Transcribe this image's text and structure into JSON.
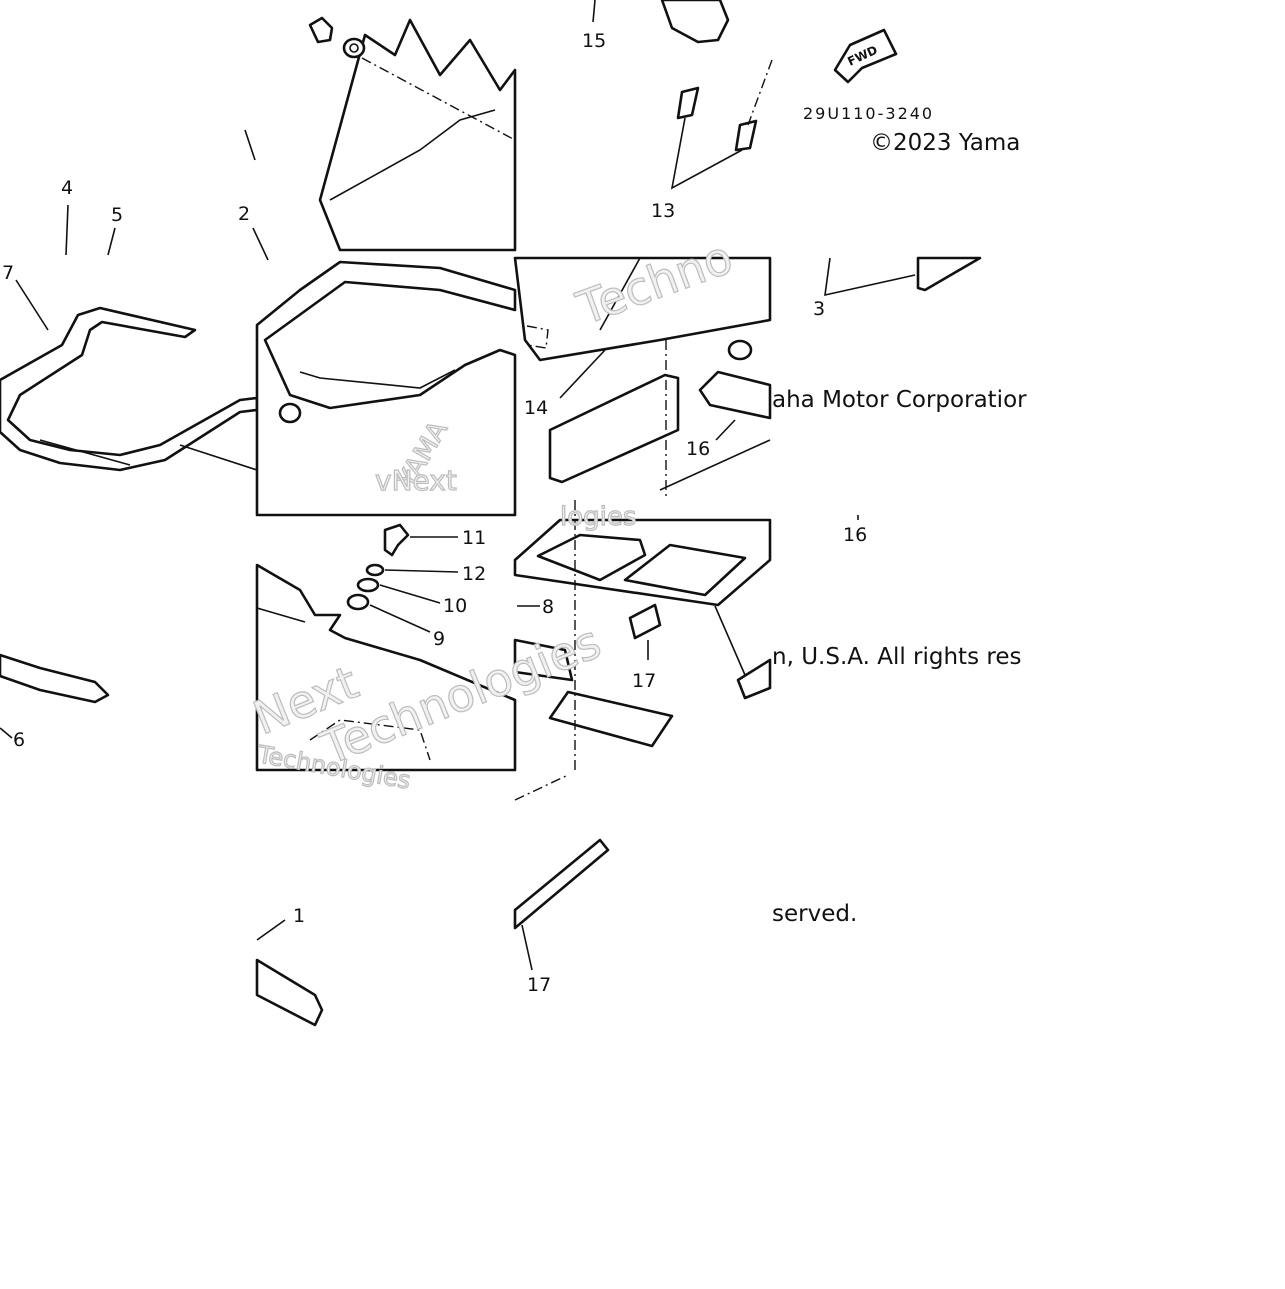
{
  "diagram": {
    "part_code": "29U110-3240",
    "fwd_label": "FWD",
    "copyright_lines": [
      "©2023 Yama",
      "aha Motor Corporatior",
      "n, U.S.A. All rights res",
      "served."
    ],
    "watermark_lines": [
      "Techno",
      "Next",
      "Technologies",
      "logies",
      "YAMA",
      "vNext",
      "Technologies"
    ],
    "callouts": [
      {
        "id": "c1",
        "label": "1"
      },
      {
        "id": "c2",
        "label": "2"
      },
      {
        "id": "c3",
        "label": "3"
      },
      {
        "id": "c4",
        "label": "4"
      },
      {
        "id": "c5",
        "label": "5"
      },
      {
        "id": "c6",
        "label": "6"
      },
      {
        "id": "c7",
        "label": "7"
      },
      {
        "id": "c8",
        "label": "8"
      },
      {
        "id": "c9",
        "label": "9"
      },
      {
        "id": "c10",
        "label": "10"
      },
      {
        "id": "c11",
        "label": "11"
      },
      {
        "id": "c12",
        "label": "12"
      },
      {
        "id": "c13",
        "label": "13"
      },
      {
        "id": "c14",
        "label": "14"
      },
      {
        "id": "c15",
        "label": "15"
      },
      {
        "id": "c16a",
        "label": "16"
      },
      {
        "id": "c16b",
        "label": "16"
      },
      {
        "id": "c17a",
        "label": "17"
      },
      {
        "id": "c17b",
        "label": "17"
      }
    ]
  }
}
